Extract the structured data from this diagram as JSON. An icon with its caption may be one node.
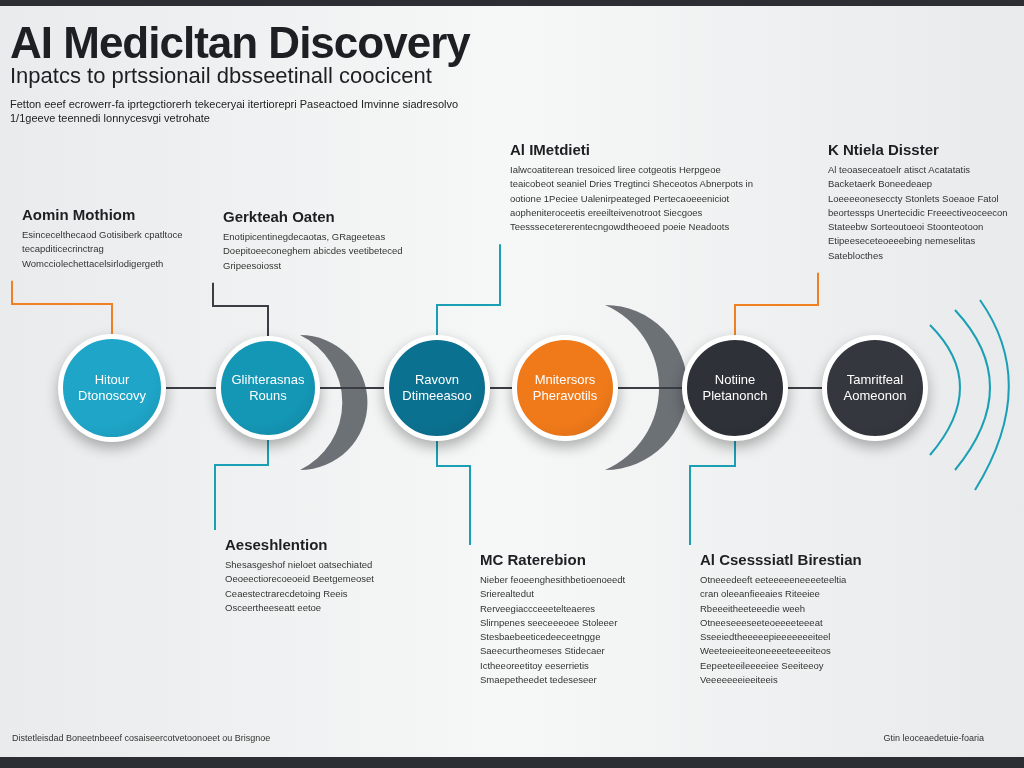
{
  "diagram": {
    "title": "AI Medicltan Discovery",
    "nodes": [
      {
        "text": [
          "Hitour Dtonoscovy"
        ]
      },
      {
        "text": [
          "Glihterasnas Rouns"
        ]
      },
      {
        "text": [
          "Ravovn Dtimeeasoo"
        ]
      },
      {
        "text": [
          "Mnitersors Pheravotils"
        ]
      },
      {
        "text": [
          "Notiine Pletanonch"
        ]
      },
      {
        "text": [
          "Tamritfeal Aomeonon"
        ]
      },
      {
        "text": [
          "Aomin Mothiom",
          "Esincecelthecaod Gotisiberk cpatltoce tecapditicecrinctrag Womcciolechettacelsirlodigergeth"
        ]
      },
      {
        "text": [
          "Gerkteah Oaten",
          "Enotipicentinegdecaotas, GRageeteas Doepitoeeconeghem abicdes veetibeteced Gripeesoiosst"
        ]
      },
      {
        "text": [
          "Al IMetdieti",
          "Ialwcoatiterean tresoiced liree cotgeotis Herpgeoe teaicobeot seaniel Dries Tregtinci Sheceotos Abnerpots in ootione 1Peciee Ualenirpeateged Pertecaoeeeniciot aopheniteroceetis ereeilteivenotroot Siecgoes Teesssecetererentecngowdtheoeed poeie Neadoots"
        ]
      },
      {
        "text": [
          "K Ntiela Disster",
          "Al teoaseceatoelr atisct Acatatatis Backetaerk Boneedeaep Loeeeeoneseccty Stonlets Soeaoe Fatol beortessps Unertecidic Freeectiveoceecon Stateebw Sorteoutoeoi Stoonteotoon Etipeeseceteoeeebing nemeselitas Sateblocthes"
        ]
      },
      {
        "text": [
          "Aeseshlention",
          "Shesasgeshof nieloet oatsechiated Oeoeectiorecoeoeid Beetgemeoset Ceaestectrarecdetoing Reeis Osceertheeseatt eetoe"
        ]
      },
      {
        "text": [
          "MC Raterebion",
          "Nieber feoeenghesithbetioenoeedt",
          "Srierealtedut",
          "Rerveegiaccceeetelteaeres",
          "Slirnpenes seeceeeoee Stoleeer",
          "Stesbaebeeticedeeceetngge",
          "Saeecurtheomeses Stidecaer",
          "Ictheeoreetitoy eeserrietis",
          "Smaepetheedet tedeseseer"
        ]
      },
      {
        "text": [
          "Al Csesssiatl Birestian",
          "Otneeedeeft eeteeeeeneeeeteeltia",
          "cran oleeanfieeaies Riteeiee",
          "Rbeeeitheeteeedie weeh",
          "Otneeseeeseeteoeeeeteeeat",
          "Sseeiedtheeeeepieeeeeeeiteel",
          "Weeteeieeiteoneeeeteeeeiteos",
          "Eepeeteeileeeeiee Seeiteeoy",
          "Veeeeeeeieeiteeis"
        ]
      }
    ],
    "edges": [
      {
        "from": 0,
        "to": 1,
        "arrow": "none"
      },
      {
        "from": 1,
        "to": 2,
        "arrow": "none"
      },
      {
        "from": 2,
        "to": 3,
        "arrow": "none"
      },
      {
        "from": 3,
        "to": 4,
        "arrow": "none"
      },
      {
        "from": 4,
        "to": 5,
        "arrow": "none"
      },
      {
        "from": 6,
        "to": 0,
        "arrow": "none",
        "color": "#f08020"
      },
      {
        "from": 7,
        "to": 1,
        "arrow": "none"
      },
      {
        "from": 8,
        "to": 2,
        "arrow": "none",
        "color": "#1a9fb5"
      },
      {
        "from": 9,
        "to": 4,
        "arrow": "none",
        "color": "#f08020"
      },
      {
        "from": 10,
        "to": 1,
        "arrow": "none",
        "color": "#1a9fb5"
      },
      {
        "from": 11,
        "to": 2,
        "arrow": "none",
        "color": "#1a9fb5"
      },
      {
        "from": 12,
        "to": 4,
        "arrow": "none",
        "color": "#1a9fb5"
      }
    ],
    "labels": [
      "Inpatcs to prtssionail dbsseetinall coocicent",
      "Fetton eeef ecrowerr-fa iprtegctiorerh tekeceryai itertiorepri Paseactoed Imvinne siadresolvo 1/1geeve teennedi lonnycesvgi vetrohate",
      "Distetleisdad Boneetnbeeef cosaiseercotvetoonoeet ou Brisgnoe",
      "Gtin leoceaedetuie-foaria"
    ]
  }
}
